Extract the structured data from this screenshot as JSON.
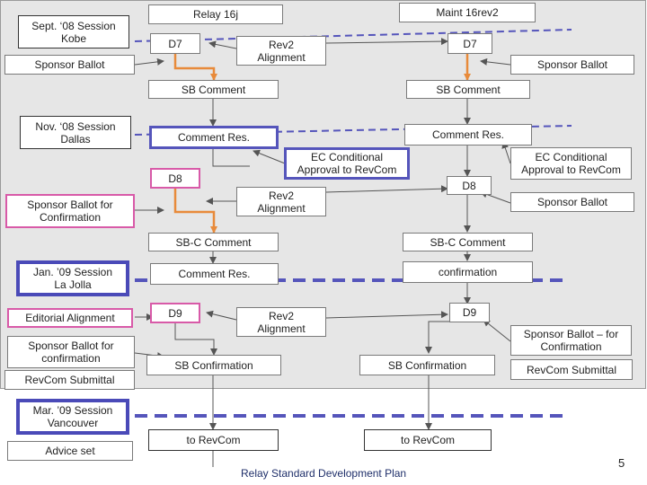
{
  "boxes": {
    "relay16j": "Relay 16j",
    "maint16rev2": "Maint 16rev2",
    "sept08": "Sept. ‘08 Session\nKobe",
    "d7_left": "D7",
    "rev2_align_1": "Rev2\nAlignment",
    "d7_right": "D7",
    "sponsor_ballot_left": "Sponsor Ballot",
    "sponsor_ballot_right_1": "Sponsor Ballot",
    "sb_comment_left": "SB Comment",
    "sb_comment_right": "SB Comment",
    "nov08": "Nov. ‘08 Session\nDallas",
    "comment_res_left_1": "Comment Res.",
    "comment_res_right_1": "Comment Res.",
    "ec_cond_1": "EC Conditional\nApproval to RevCom",
    "ec_cond_2": "EC Conditional\nApproval to RevCom",
    "d8_left": "D8",
    "d8_right": "D8",
    "sponsor_ballot_confirm_left": "Sponsor Ballot for\nConfirmation",
    "rev2_align_2": "Rev2\nAlignment",
    "sponsor_ballot_right_2": "Sponsor Ballot",
    "sbc_comment_left": "SB-C Comment",
    "sbc_comment_right": "SB-C Comment",
    "jan09": "Jan. ’09 Session\nLa Jolla",
    "comment_res_left_2": "Comment Res.",
    "confirmation": "confirmation",
    "editorial_alignment": "Editorial Alignment",
    "d9_left": "D9",
    "rev2_align_3": "Rev2\nAlignment",
    "d9_right": "D9",
    "sponsor_ballot_confirmation_left2": "Sponsor Ballot for\nconfirmation",
    "sponsor_ballot_for_confirmation_right": "Sponsor Ballot – for\nConfirmation",
    "sb_confirmation_left": "SB Confirmation",
    "sb_confirmation_right": "SB Confirmation",
    "revcom_submittal_left": "RevCom Submittal",
    "revcom_submittal_right": "RevCom Submittal",
    "mar09": "Mar. ’09 Session\nVancouver",
    "advice_set": "Advice set",
    "to_revcom_left": "to RevCom",
    "to_revcom_right": "to RevCom"
  },
  "footer": "Relay Standard Development Plan",
  "page_number": "5",
  "colors": {
    "pink": "#d85aa8",
    "blue": "#5555bb",
    "orange": "#e88a3a",
    "panel": "#e6e6e6"
  }
}
